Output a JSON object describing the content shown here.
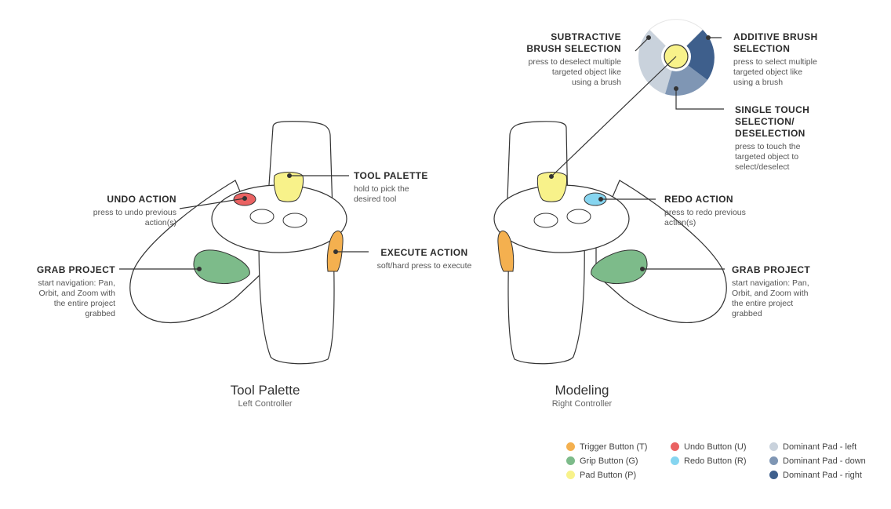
{
  "colors": {
    "trigger": "#f4b04f",
    "grip": "#7dbb8a",
    "pad": "#f8f28a",
    "undo": "#ea6262",
    "redo": "#86d5f0",
    "pad_left": "#c9d2dc",
    "pad_down": "#7f96b4",
    "pad_right": "#3e5f8c",
    "stroke": "#333333"
  },
  "left_controller": {
    "title": "Tool Palette",
    "subtitle": "Left Controller",
    "tool_palette": {
      "heading": "TOOL PALETTE",
      "desc": [
        "hold to pick the",
        "desired tool"
      ]
    },
    "undo": {
      "heading": "UNDO ACTION",
      "desc": [
        "press to undo previous",
        "action(s)"
      ]
    },
    "grab": {
      "heading": "GRAB PROJECT",
      "desc": [
        "start navigation: Pan,",
        "Orbit, and Zoom with",
        "the entire project",
        "grabbed"
      ]
    },
    "execute": {
      "heading": "EXECUTE ACTION",
      "desc": [
        "soft/hard press to execute"
      ]
    }
  },
  "right_controller": {
    "title": "Modeling",
    "subtitle": "Right Controller",
    "subtractive": {
      "heading": [
        "SUBTRACTIVE",
        "BRUSH SELECTION"
      ],
      "desc": [
        "press to deselect multiple",
        "targeted object like",
        "using a brush"
      ]
    },
    "additive": {
      "heading": [
        "ADDITIVE BRUSH",
        "SELECTION"
      ],
      "desc": [
        "press to select multiple",
        "targeted object like",
        "using a brush"
      ]
    },
    "single_touch": {
      "heading": [
        "SINGLE TOUCH",
        "SELECTION/",
        "DESELECTION"
      ],
      "desc": [
        "press to touch the",
        "targeted object to",
        "select/deselect"
      ]
    },
    "redo": {
      "heading": "REDO ACTION",
      "desc": [
        "press to redo previous",
        "action(s)"
      ]
    },
    "grab": {
      "heading": "GRAB PROJECT",
      "desc": [
        "start navigation: Pan,",
        "Orbit, and Zoom with",
        "the entire project",
        "grabbed"
      ]
    }
  },
  "legend": [
    {
      "label": "Trigger Button (T)",
      "color": "#f4b04f"
    },
    {
      "label": "Grip Button (G)",
      "color": "#7dbb8a"
    },
    {
      "label": "Pad Button (P)",
      "color": "#f8f28a"
    },
    {
      "label": "Undo Button (U)",
      "color": "#ea6262"
    },
    {
      "label": "Redo Button (R)",
      "color": "#86d5f0"
    },
    {
      "label": "Dominant Pad - left",
      "color": "#c9d2dc"
    },
    {
      "label": "Dominant Pad - down",
      "color": "#7f96b4"
    },
    {
      "label": "Dominant Pad - right",
      "color": "#3e5f8c"
    }
  ]
}
